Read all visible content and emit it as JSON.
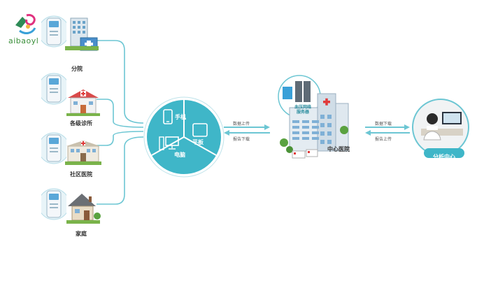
{
  "logo": {
    "text": "aibaoyl"
  },
  "sites": [
    {
      "label": "分院"
    },
    {
      "label": "各级诊所"
    },
    {
      "label": "社区医院"
    },
    {
      "label": "家庭"
    }
  ],
  "hub": {
    "phone": "手机",
    "tablet": "平板",
    "computer": "电脑"
  },
  "arrows_left": {
    "upload": "数据上传",
    "download": "报告下载"
  },
  "center": {
    "server": "血压网络\n服务器",
    "server_line1": "血压网络",
    "server_line2": "服务器",
    "hospital": "中心医院"
  },
  "arrows_right": {
    "download": "数据下载",
    "upload": "报告上传"
  },
  "analysis": {
    "label": "分析中心"
  },
  "colors": {
    "accent": "#3fb6c8",
    "line": "#6cc6d3",
    "red_cross": "#e03a3a",
    "building_blue": "#6aa3c9"
  }
}
